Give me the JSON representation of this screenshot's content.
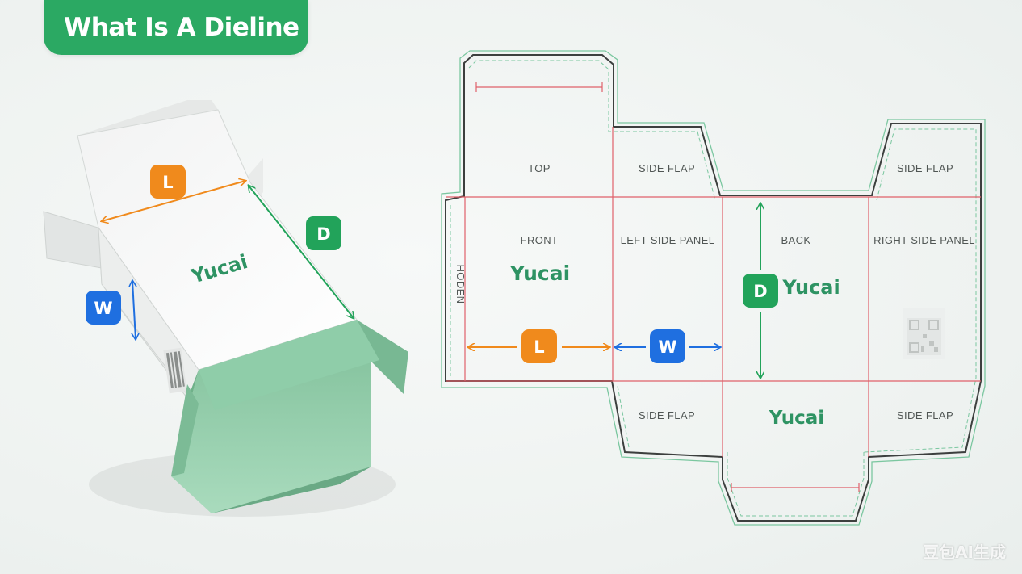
{
  "title": "What Is A Dieline",
  "colors": {
    "title_bg": "#2ba963",
    "dimension_L": "#f08a1c",
    "dimension_W": "#1f6fe0",
    "dimension_D": "#22a35a",
    "brand_text": "#2e9363",
    "cut_line": "#3c3f3e",
    "fold_line": "#e0606a",
    "bleed_line": "#7bc7a0",
    "box_interior": "#8fceaa"
  },
  "box_3d": {
    "brand": "Yucai",
    "dimension_labels": {
      "length": "L",
      "width": "W",
      "depth": "D"
    }
  },
  "dieline": {
    "panels": {
      "top": "TOP",
      "side_flap_top_left": "SIDE FLAP",
      "side_flap_top_right": "SIDE FLAP",
      "front": "FRONT",
      "left_side_panel": "LEFT SIDE PANEL",
      "back": "BACK",
      "right_side_panel": "RIGHT SIDE PANEL",
      "side_flap_bottom_left": "SIDE FLAP",
      "side_flap_bottom_right": "SIDE FLAP",
      "glue_tab": "HODEN"
    },
    "brand_front": "Yucai",
    "brand_back": "Yucai",
    "brand_bottom": "Yucai",
    "dimension_labels": {
      "length": "L",
      "width": "W",
      "depth": "D"
    },
    "icons": [
      "qr-code-icon"
    ]
  },
  "watermark": "豆包AI生成"
}
